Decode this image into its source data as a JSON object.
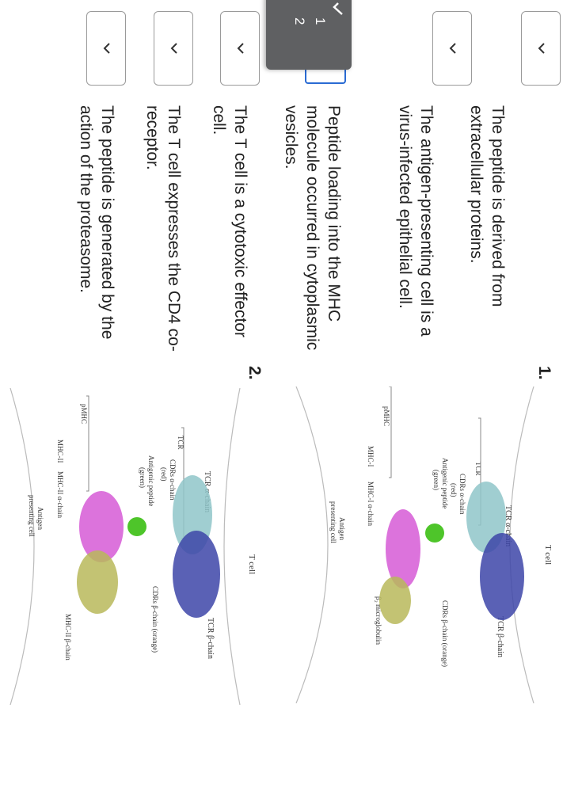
{
  "questions": [
    {
      "number": "1."
    },
    {
      "number": "2."
    }
  ],
  "statements": [
    "The peptide is derived from extracellular proteins.",
    "The antigen-presenting cell is a virus-infected epithelial cell.",
    "Peptide loading into the MHC molecule occurred in cytoplasmic vesicles.",
    "The T cell is a cytotoxic effector cell.",
    "The T cell expresses the CD4 co-receptor.",
    "The peptide is generated by the action of the proteasome."
  ],
  "dropdown": {
    "options": [
      "1",
      "2"
    ],
    "chevron_icon": "chevron-down-icon"
  },
  "figure1": {
    "labels": {
      "tcell": "T cell",
      "tcr_alpha": "TCR α-chain",
      "tcr_beta": "TCR β-chain",
      "tcr": "TCR",
      "cdrs_alpha": "CDRs α-chain",
      "red": "(red)",
      "cdrs_beta": "CDRs β-chain (orange)",
      "antigenic_peptide": "Antigenic peptide",
      "green": "(green)",
      "pmhc": "pMHC",
      "mhc_i": "MHC-I",
      "mhc_i_alpha": "MHC-I α-chain",
      "b2m": "β₂ microglobulin",
      "apc1": "Antigen",
      "apc2": "presenting cell"
    }
  },
  "figure2": {
    "labels": {
      "tcell": "T cell",
      "tcr_alpha": "TCR α-chain",
      "tcr_beta": "TCR β-chain",
      "tcr": "TCR",
      "cdrs_alpha": "CDRs α-chain",
      "red": "(red)",
      "cdrs_beta": "CDRs β-chain (orange)",
      "antigenic_peptide": "Antigenic peptide",
      "green": "(green)",
      "pmhc": "pMHC",
      "mhc_ii": "MHC-II",
      "mhc_ii_alpha": "MHC-II α-chain",
      "mhc_ii_beta": "MHC-II β-chain",
      "apc1": "Antigen",
      "apc2": "presenting cell"
    }
  },
  "colors": {
    "tcr_alpha": "#8fc6c9",
    "tcr_beta": "#3d45a8",
    "mhc_alpha": "#d65bd6",
    "mhc_beta": "#b9b95a",
    "peptide": "#4ec52a",
    "popup_bg": "#5f6062",
    "popup_border": "#2a6bd3"
  }
}
